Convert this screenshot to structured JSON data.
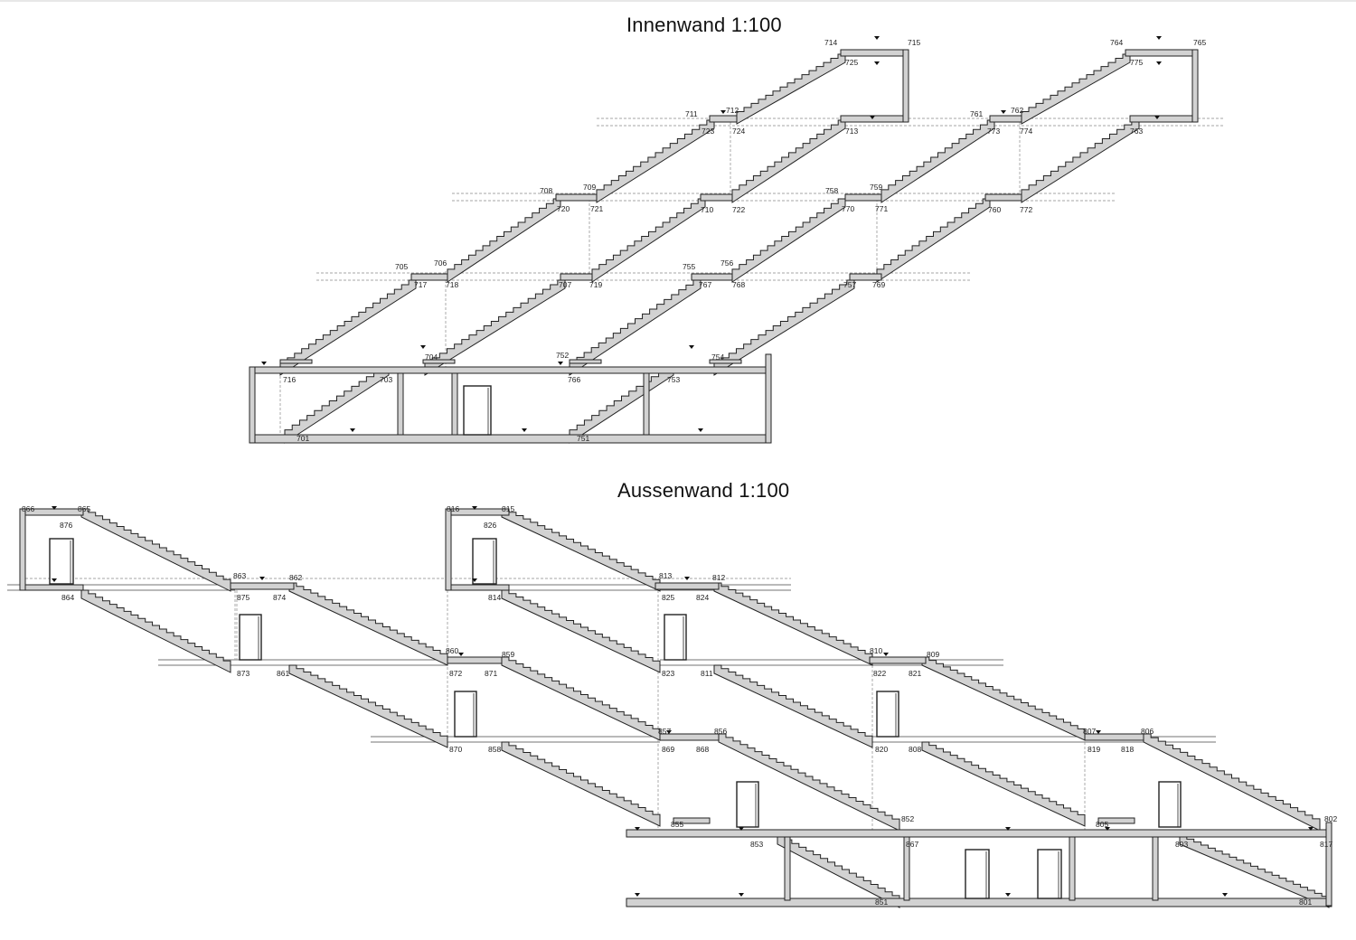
{
  "sections": [
    {
      "title": "Innenwand  1:100",
      "point_labels": [
        "701",
        "703",
        "704",
        "705",
        "706",
        "707",
        "708",
        "709",
        "710",
        "711",
        "712",
        "713",
        "714",
        "715",
        "716",
        "717",
        "718",
        "719",
        "720",
        "721",
        "722",
        "723",
        "724",
        "725",
        "751",
        "752",
        "753",
        "754",
        "755",
        "756",
        "757",
        "758",
        "759",
        "760",
        "761",
        "762",
        "763",
        "764",
        "765",
        "766",
        "767",
        "768",
        "769",
        "770",
        "771",
        "772",
        "773",
        "774",
        "775"
      ]
    },
    {
      "title": "Aussenwand  1:100",
      "point_labels": [
        "801",
        "802",
        "803",
        "805",
        "806",
        "807",
        "808",
        "809",
        "810",
        "811",
        "812",
        "813",
        "814",
        "815",
        "816",
        "817",
        "818",
        "819",
        "820",
        "821",
        "822",
        "823",
        "824",
        "825",
        "826",
        "851",
        "852",
        "853",
        "855",
        "856",
        "857",
        "858",
        "859",
        "860",
        "861",
        "862",
        "863",
        "864",
        "865",
        "866",
        "867",
        "868",
        "869",
        "870",
        "871",
        "872",
        "873",
        "874",
        "875",
        "876"
      ]
    }
  ],
  "colors": {
    "fill": "#d2d2d2",
    "stroke": "#222222",
    "dashed": "#888888"
  }
}
